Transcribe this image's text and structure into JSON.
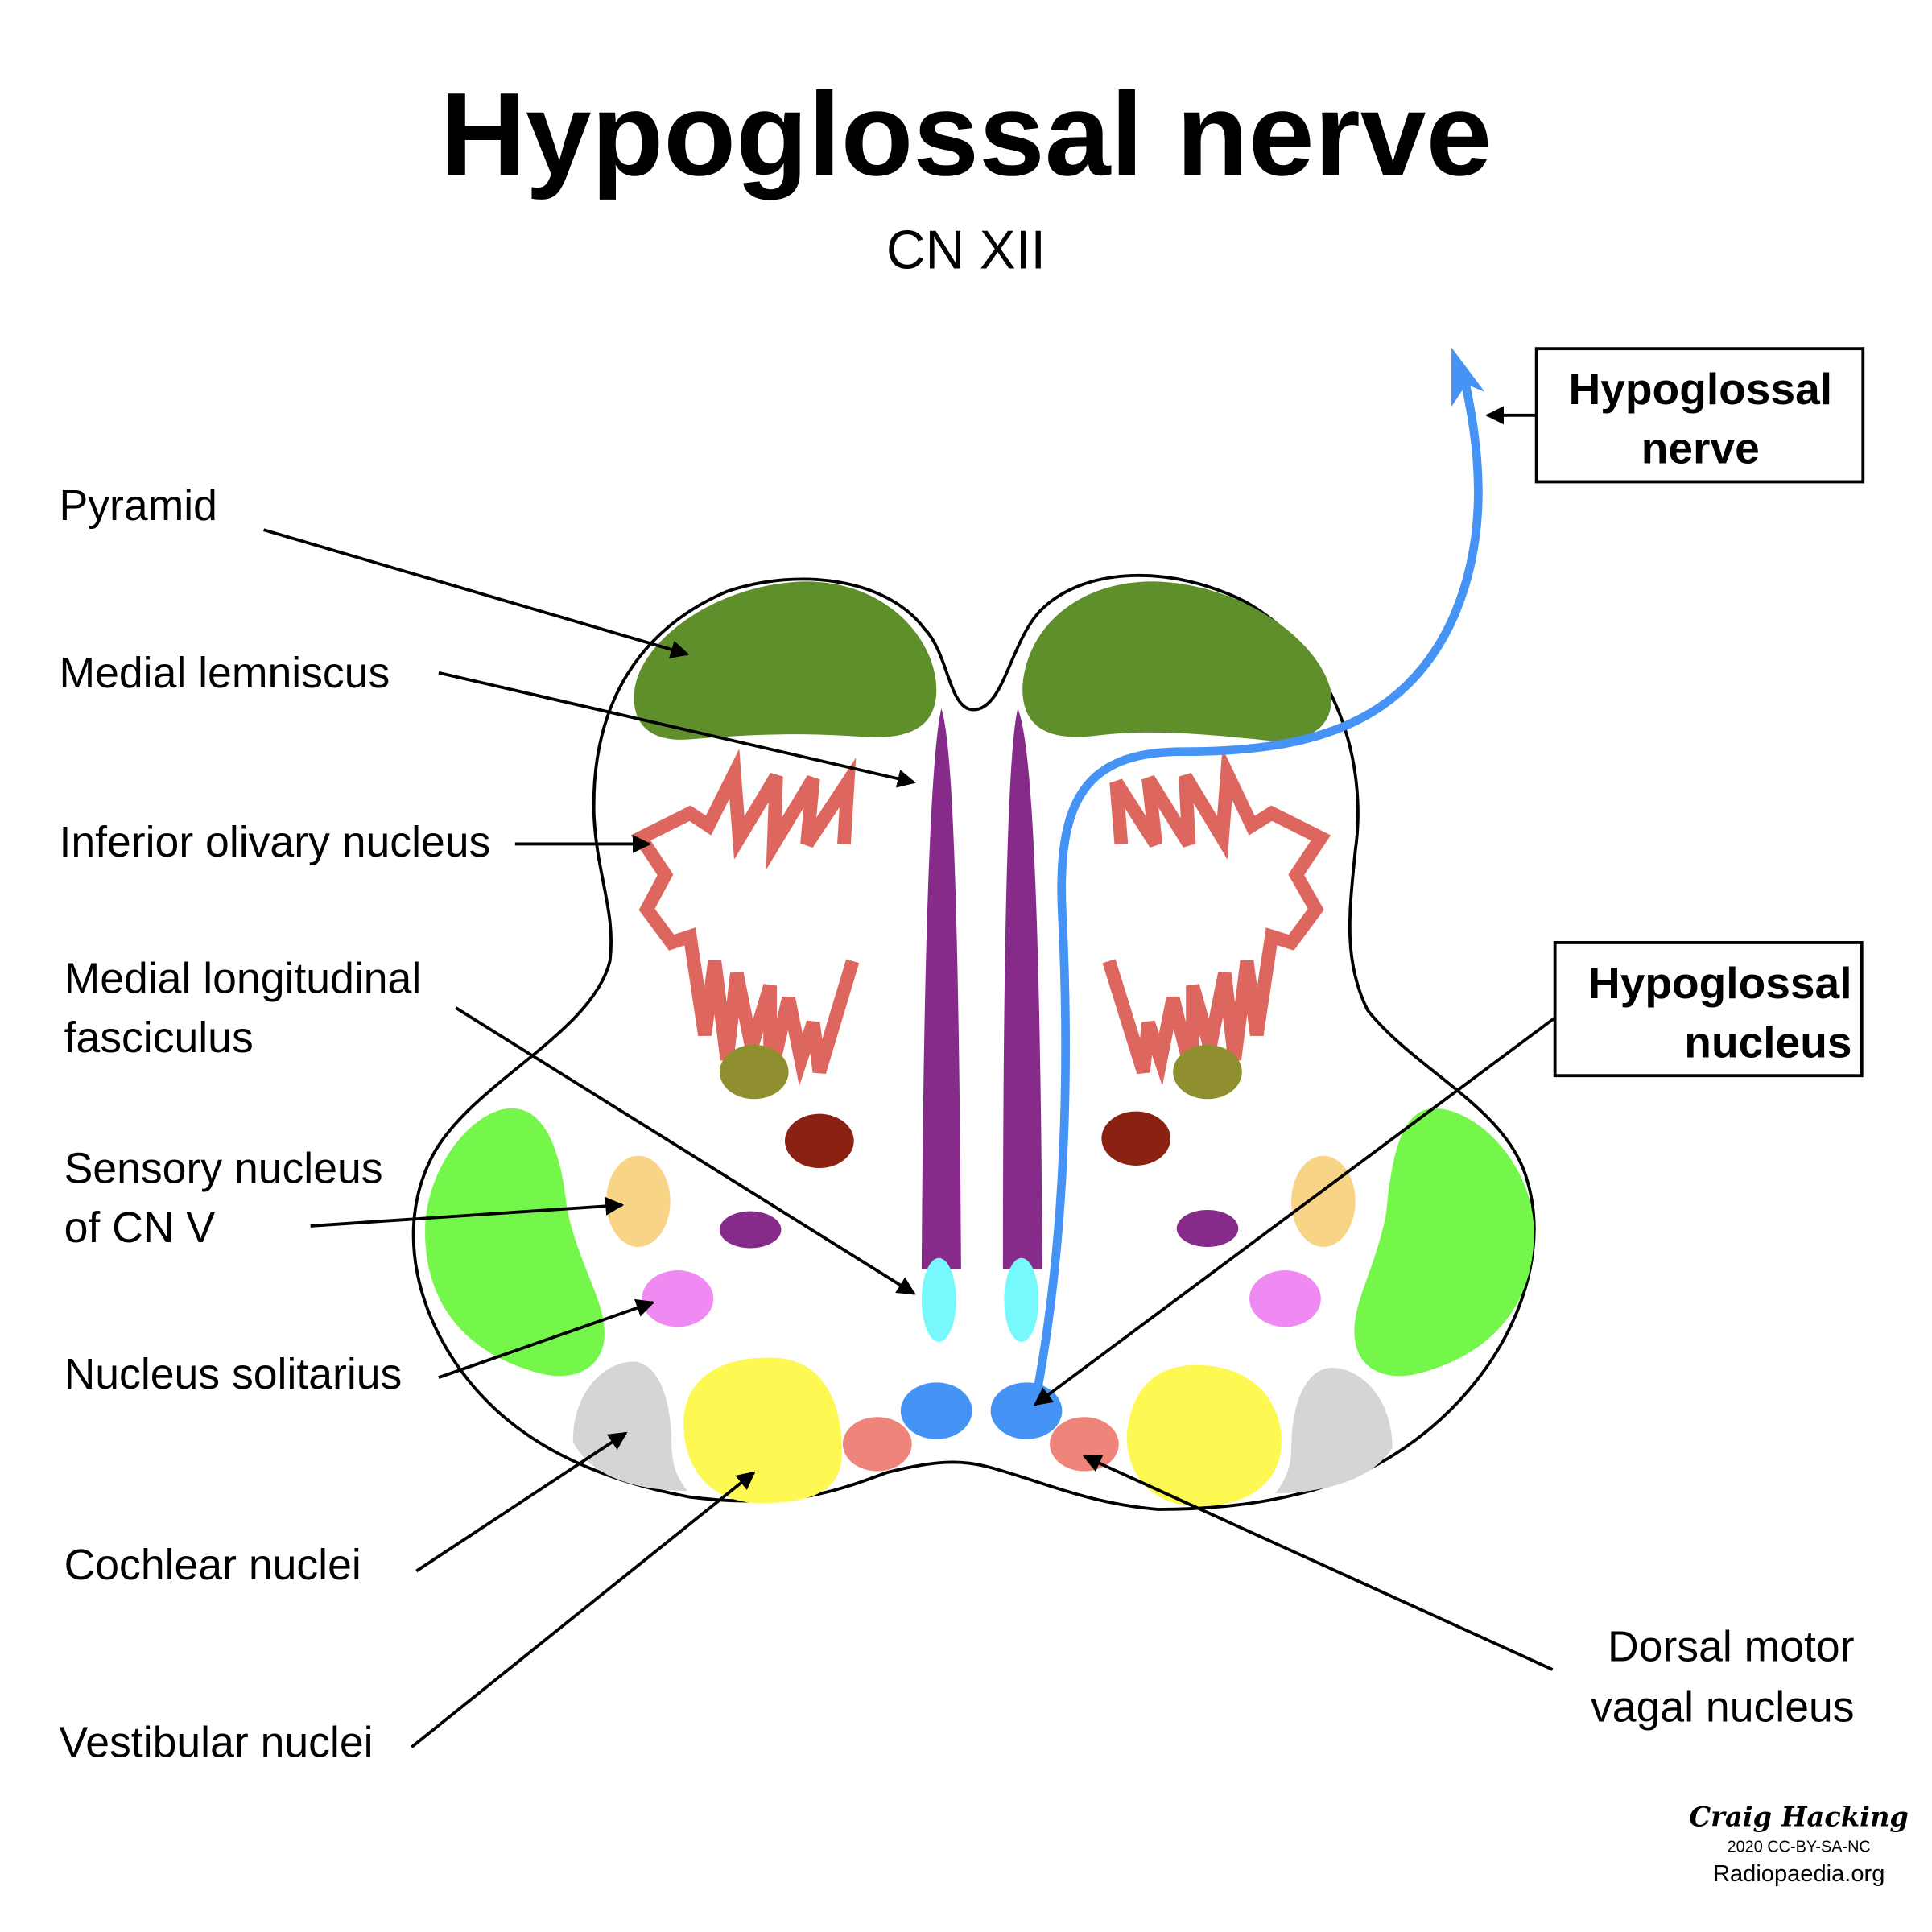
{
  "header": {
    "title": "Hypoglossal nerve",
    "subtitle": "CN XII"
  },
  "labels": {
    "pyramid": "Pyramid",
    "medial_lemniscus": "Medial lemniscus",
    "inferior_olivary_nucleus": "Inferior olivary nucleus",
    "mlf_line1": "Medial longitudinal",
    "mlf_line2": "fasciculus",
    "sensory_cn5_line1": "Sensory nucleus",
    "sensory_cn5_line2": "of CN V",
    "nucleus_solitarius": "Nucleus solitarius",
    "cochlear_nuclei": "Cochlear nuclei",
    "vestibular_nuclei": "Vestibular nuclei",
    "dorsal_motor_line1": "Dorsal motor",
    "dorsal_motor_line2": "vagal nucleus"
  },
  "boxes": {
    "nerve_line1": "Hypoglossal",
    "nerve_line2": "nerve",
    "nucleus_line1": "Hypoglossal",
    "nucleus_line2": "nucleus"
  },
  "credit": {
    "author": "Craig Hacking",
    "license": "2020 CC-BY-SA-NC",
    "site": "Radiopaedia.org"
  },
  "colors": {
    "pyramid": "#5f8f2a",
    "olive": "#dd675e",
    "medial_lemniscus": "#872b8b",
    "mlf": "#77f9fb",
    "hypoglossal": "#4493f5",
    "spinal_tract_cn5": "#74f64b",
    "sensory_cn5": "#f8d486",
    "solitarius": "#ef8af3",
    "vestibular": "#fdf952",
    "cochlear": "#d5d5d5",
    "dorsal_vagal": "#ef857a",
    "olive_small": "#8f8f2f",
    "red_nucleus": "#8a2113",
    "purple_small": "#872b8b"
  }
}
